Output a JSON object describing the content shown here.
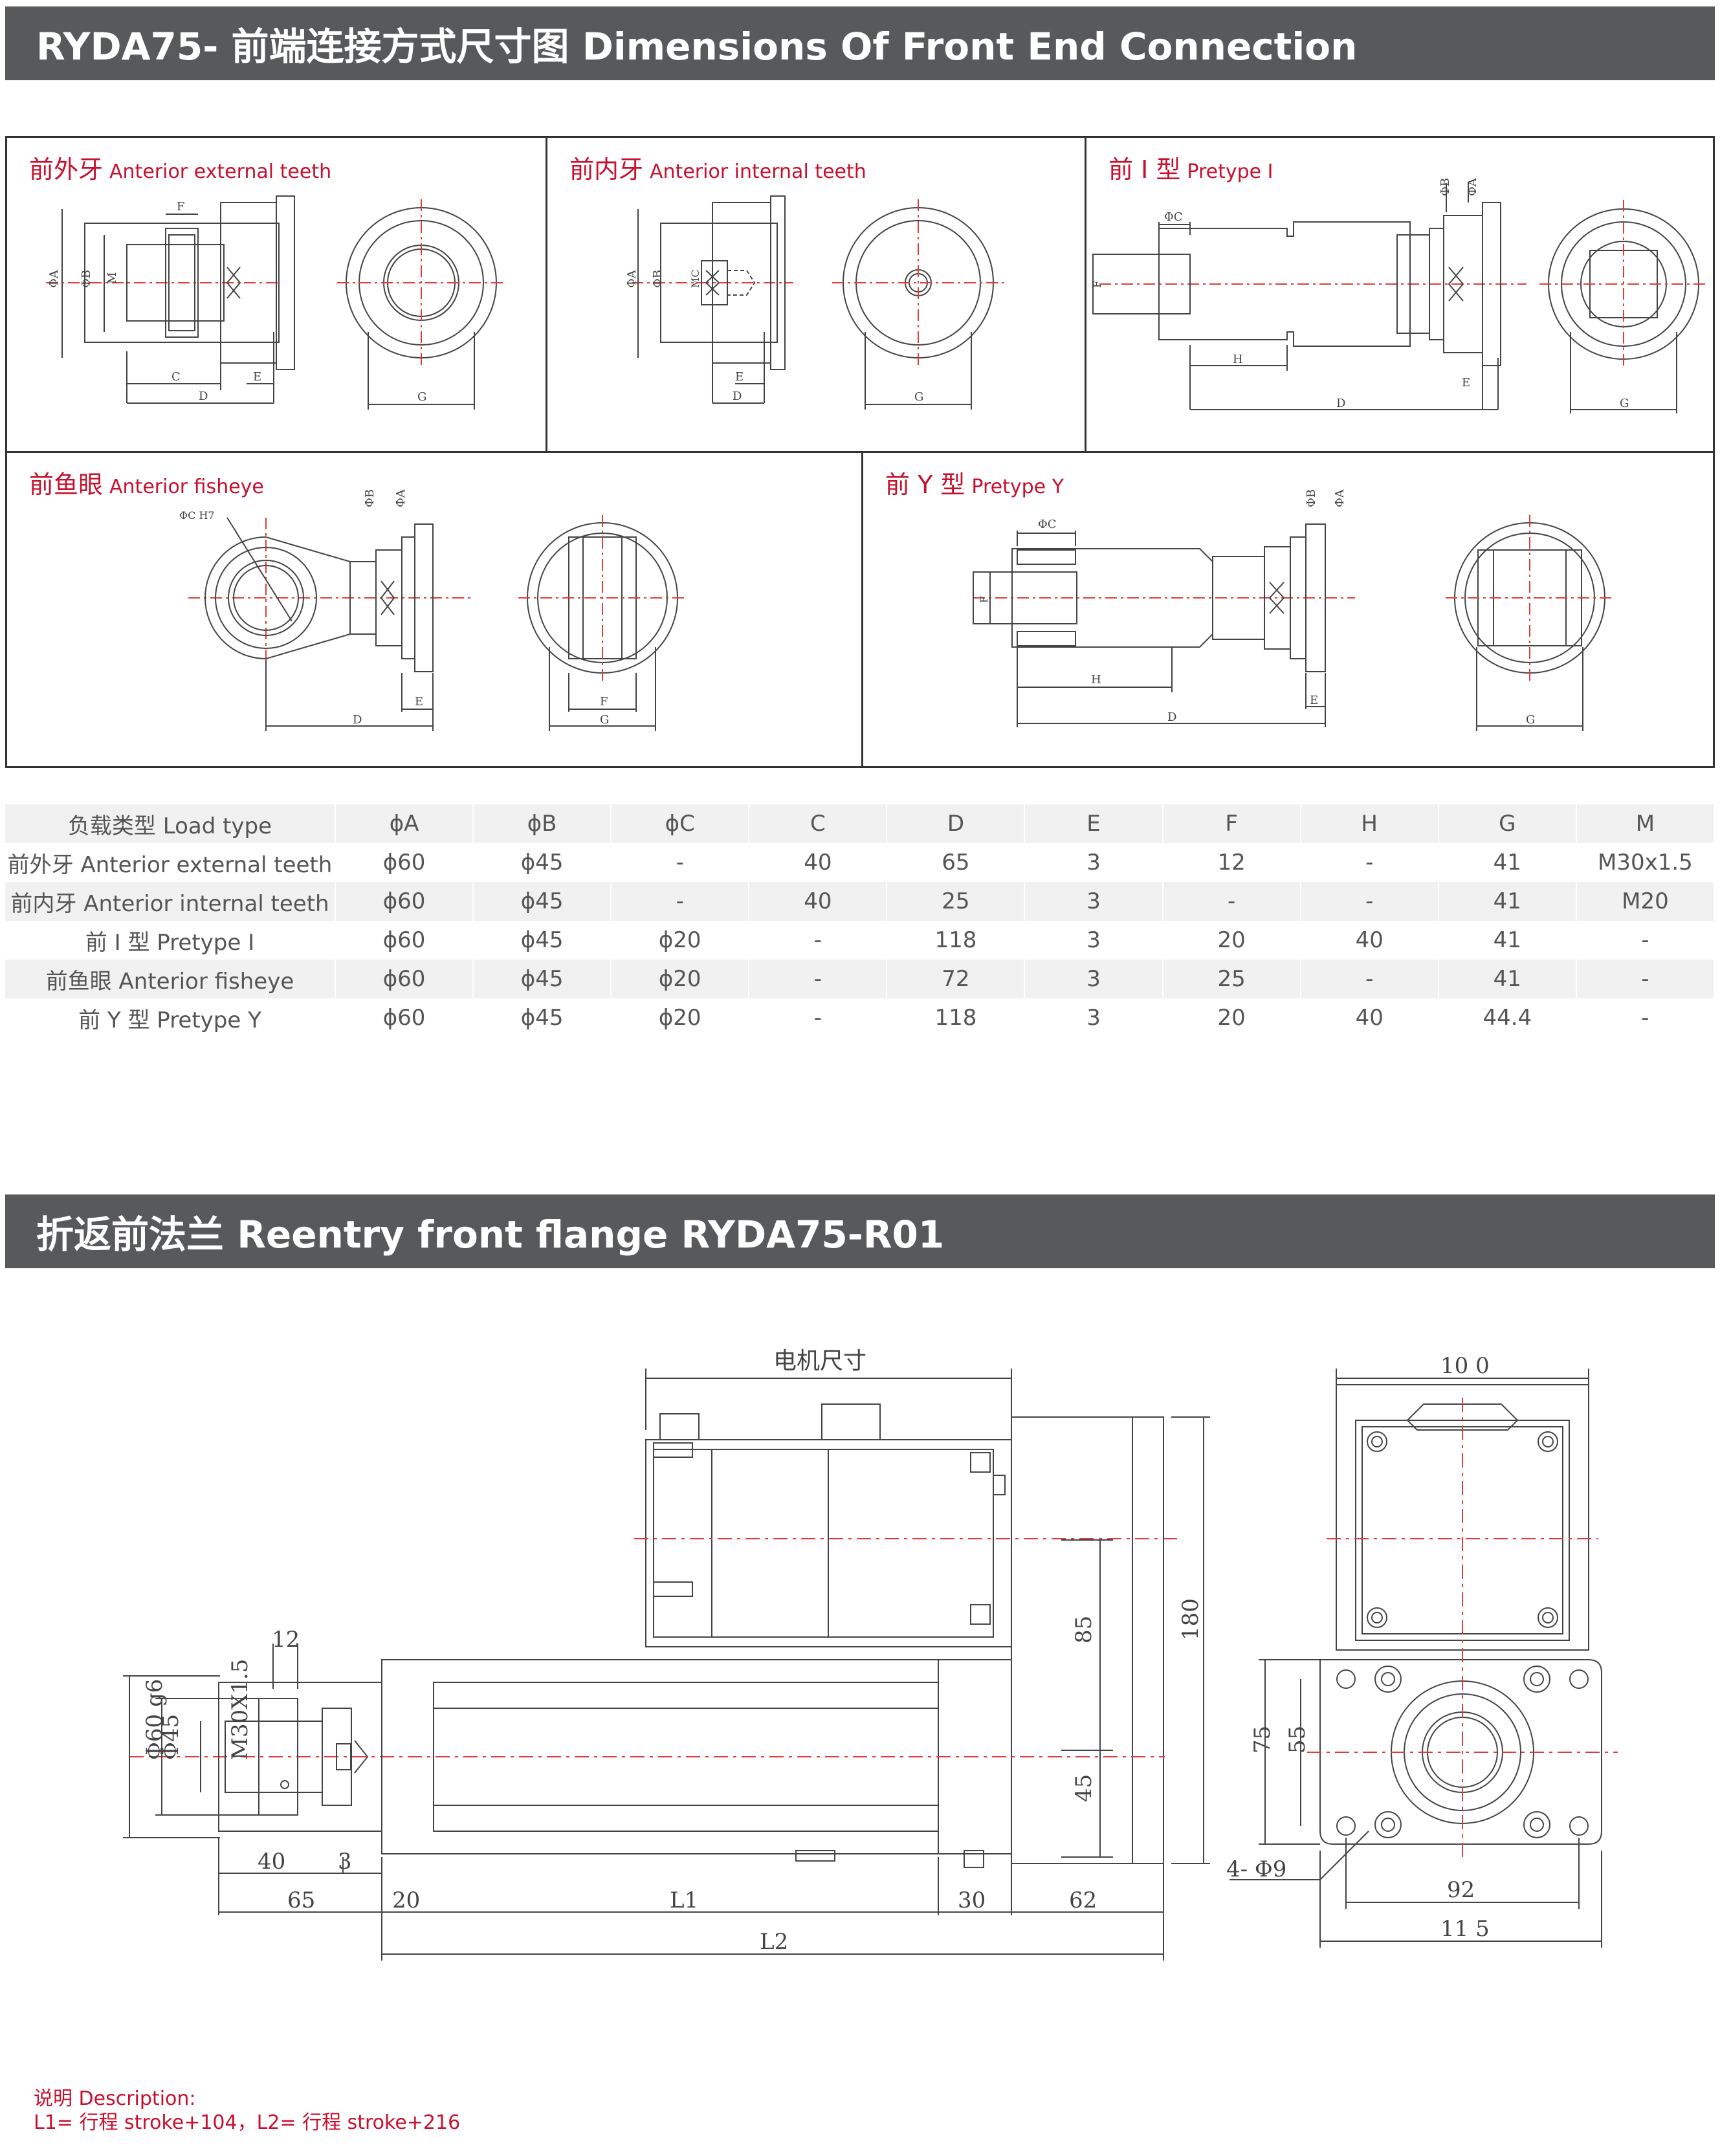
{
  "header1": {
    "title": "RYDA75- 前端连接方式尺寸图 Dimensions Of Front End Connection"
  },
  "panels": {
    "ext_teeth": {
      "cn": "前外牙",
      "en": "Anterior external teeth"
    },
    "int_teeth": {
      "cn": "前内牙",
      "en": "Anterior internal teeth"
    },
    "pretype_i": {
      "cn": "前 I 型",
      "en": "Pretype I"
    },
    "fisheye": {
      "cn": "前鱼眼",
      "en": "Anterior fisheye"
    },
    "pretype_y": {
      "cn": "前 Y 型",
      "en": "Pretype Y"
    }
  },
  "labels": {
    "phiA": "ΦA",
    "phiB": "ΦB",
    "phiC": "ΦC",
    "phiCH7": "ΦC H7",
    "M": "M",
    "MC": "MC",
    "C": "C",
    "D": "D",
    "E": "E",
    "F": "F",
    "G": "G",
    "H": "H"
  },
  "table": {
    "headers": [
      "负载类型 Load type",
      "ϕA",
      "ϕB",
      "ϕC",
      "C",
      "D",
      "E",
      "F",
      "H",
      "G",
      "M"
    ],
    "rows": [
      [
        "前外牙 Anterior external teeth",
        "ϕ60",
        "ϕ45",
        "-",
        "40",
        "65",
        "3",
        "12",
        "-",
        "41",
        "M30x1.5"
      ],
      [
        "前内牙 Anterior internal teeth",
        "ϕ60",
        "ϕ45",
        "-",
        "40",
        "25",
        "3",
        "-",
        "-",
        "41",
        "M20"
      ],
      [
        "前 I 型 Pretype I",
        "ϕ60",
        "ϕ45",
        "ϕ20",
        "-",
        "118",
        "3",
        "20",
        "40",
        "41",
        "-"
      ],
      [
        "前鱼眼 Anterior fisheye",
        "ϕ60",
        "ϕ45",
        "ϕ20",
        "-",
        "72",
        "3",
        "25",
        "-",
        "41",
        "-"
      ],
      [
        "前 Y 型 Pretype Y",
        "ϕ60",
        "ϕ45",
        "ϕ20",
        "-",
        "118",
        "3",
        "20",
        "40",
        "44.4",
        "-"
      ]
    ]
  },
  "header2": {
    "title": "折返前法兰 Reentry front flange RYDA75-R01"
  },
  "drawing": {
    "motor_size": "电机尺寸",
    "d12": "12",
    "d40": "40",
    "d3": "3",
    "d65": "65",
    "d20": "20",
    "L1": "L1",
    "d30": "30",
    "d62": "62",
    "L2": "L2",
    "d85": "85",
    "d45": "45",
    "d180": "180",
    "phi60": "Φ60  g6",
    "phi45": "Φ45",
    "m30": "M30X1.5",
    "d100": "10 0",
    "d75": "75",
    "d55": "55",
    "holes": "4- Φ9",
    "d92": "92",
    "d115": "11 5"
  },
  "description": {
    "title": "说明 Description:",
    "text": "L1= 行程 stroke+104，L2= 行程 stroke+216"
  }
}
